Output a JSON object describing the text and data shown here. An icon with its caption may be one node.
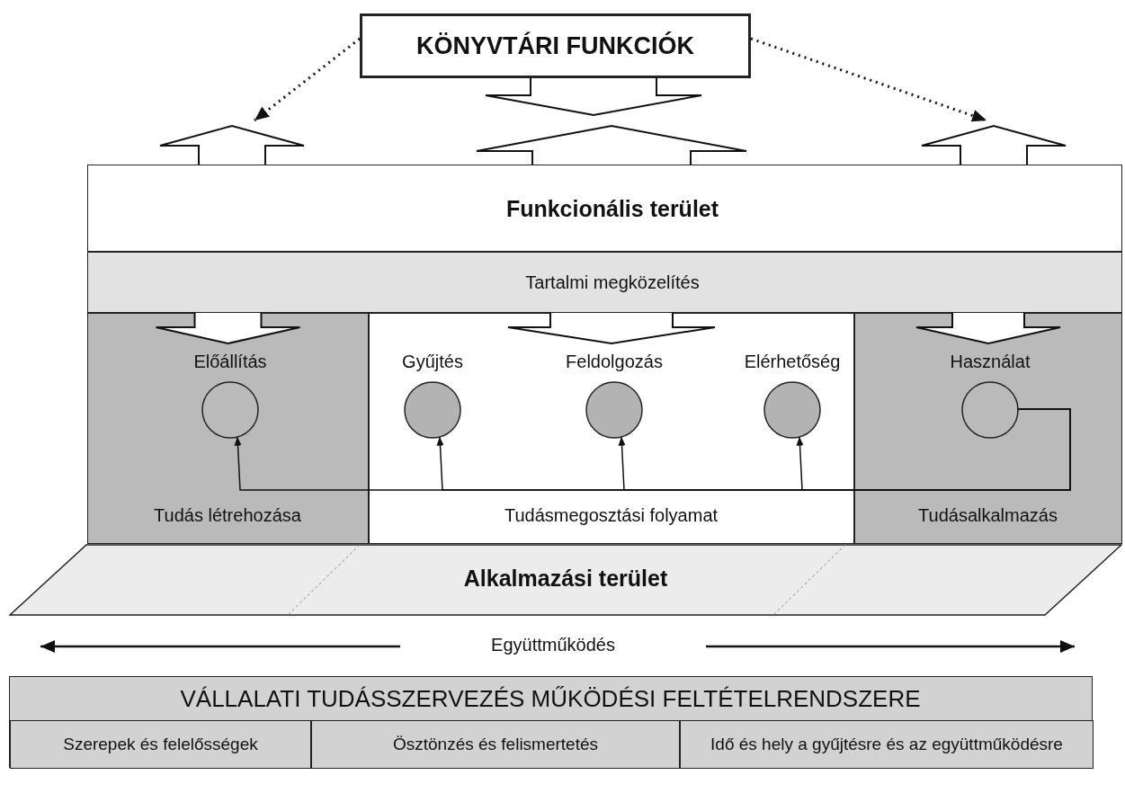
{
  "diagram": {
    "nodes": [
      {
        "text": [
          "KÖNYVTÁRI FUNKCIÓK"
        ]
      },
      {
        "text": [
          "Funkcionális terület"
        ]
      },
      {
        "text": [
          "Tartalmi megközelítés"
        ]
      },
      {
        "text": [
          "Tudás létrehozása"
        ]
      },
      {
        "text": [
          "Tudásmegosztási folyamat"
        ]
      },
      {
        "text": [
          "Tudásalkalmazás"
        ]
      },
      {
        "text": [],
        "shape": "circle",
        "beside": [
          "Előállítás"
        ],
        "in": 3
      },
      {
        "text": [],
        "shape": "circle",
        "beside": [
          "Gyűjtés"
        ],
        "in": 4
      },
      {
        "text": [],
        "shape": "circle",
        "beside": [
          "Feldolgozás"
        ],
        "in": 4
      },
      {
        "text": [],
        "shape": "circle",
        "beside": [
          "Elérhetőség"
        ],
        "in": 4
      },
      {
        "text": [],
        "shape": "circle",
        "beside": [
          "Használat"
        ],
        "in": 5
      },
      {
        "text": [
          "Alkalmazási terület"
        ]
      },
      {
        "text": [
          "VÁLLALATI TUDÁSSZERVEZÉS MŰKÖDÉSI FELTÉTELRENDSZERE"
        ]
      },
      {
        "text": [
          "Szerepek és felelősségek"
        ],
        "in": 12
      },
      {
        "text": [
          "Ösztönzés és felismertetés"
        ],
        "in": 12
      },
      {
        "text": [
          "Idő és hely a gyűjtésre és az együttműködésre"
        ],
        "in": 12
      }
    ],
    "edges": [
      {
        "from": 0,
        "to": null,
        "arrow": "to",
        "style": "dashed"
      },
      {
        "from": 0,
        "to": null,
        "arrow": "to",
        "style": "dashed"
      },
      {
        "from": 1,
        "to": null,
        "arrow": "to",
        "style": "thick"
      },
      {
        "from": 0,
        "to": 1,
        "arrow": "to",
        "style": "thick"
      },
      {
        "from": 1,
        "to": 0,
        "arrow": "to",
        "style": "thick"
      },
      {
        "from": 1,
        "to": null,
        "arrow": "to",
        "style": "thick"
      },
      {
        "from": 2,
        "to": 3,
        "arrow": "to",
        "style": "thick"
      },
      {
        "from": 2,
        "to": 4,
        "arrow": "to",
        "style": "thick"
      },
      {
        "from": 2,
        "to": 5,
        "arrow": "to",
        "style": "thick"
      },
      {
        "from": 10,
        "to": 9,
        "arrow": "to"
      },
      {
        "from": 10,
        "to": 8,
        "arrow": "to"
      },
      {
        "from": 10,
        "to": 7,
        "arrow": "to"
      },
      {
        "from": 10,
        "to": 6,
        "arrow": "to"
      }
    ],
    "labels": [
      "Együttműködés"
    ]
  }
}
